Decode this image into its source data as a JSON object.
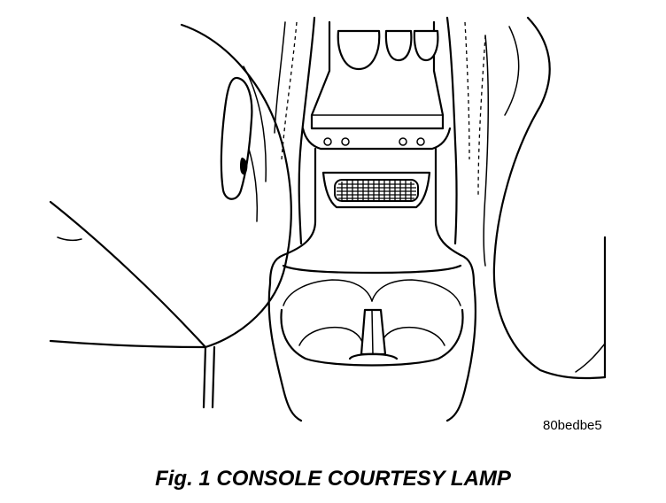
{
  "figure": {
    "reference_code": "80bedbe5",
    "caption": "Fig. 1 CONSOLE COURTESY LAMP",
    "illustration_subject": "console-courtesy-lamp",
    "line_color": "#000000",
    "background_color": "#ffffff"
  }
}
